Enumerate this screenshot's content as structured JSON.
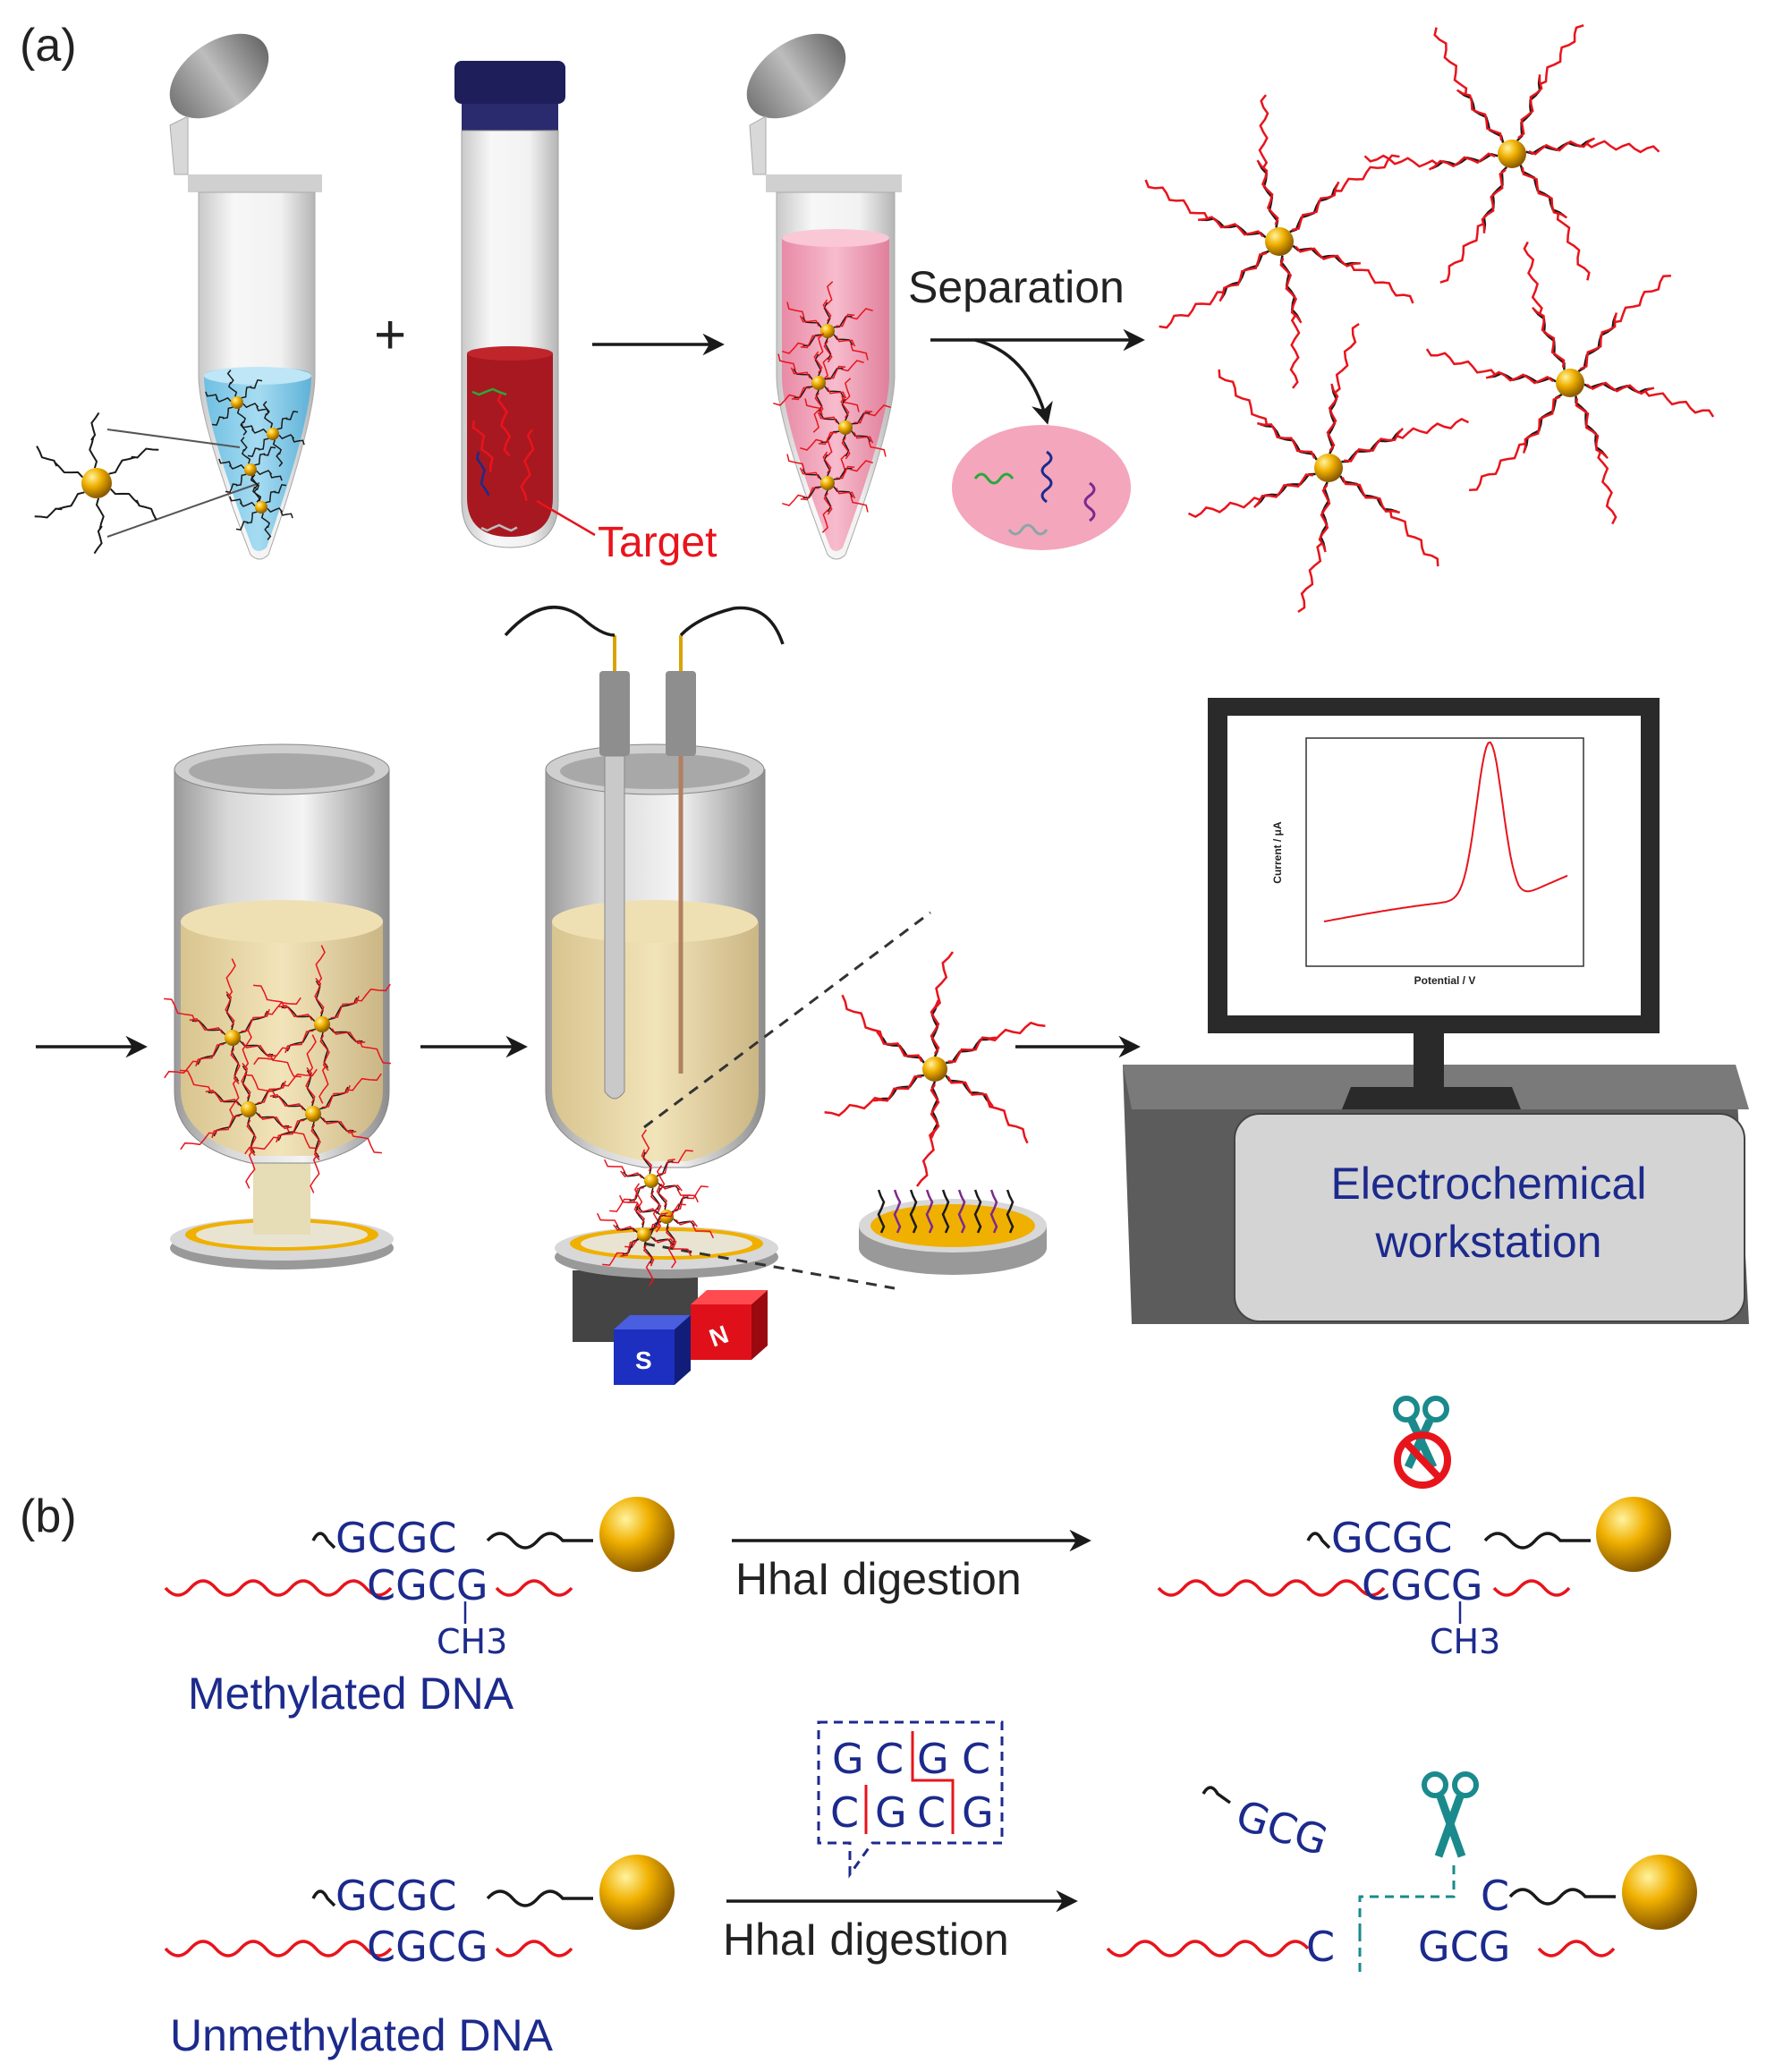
{
  "panel_a": {
    "label": "(a)",
    "plus": "+",
    "target_label": "Target",
    "separation_label": "Separation",
    "electrode_s": "S",
    "electrode_n": "N",
    "plot_ylabel": "Current / μA",
    "plot_xlabel": "Potential / V",
    "workstation_line1": "Electrochemical",
    "workstation_line2": "workstation"
  },
  "panel_b": {
    "label": "(b)",
    "methylated": {
      "probe_seq": "GCGC",
      "target_seq": "CGCG",
      "methyl": "CH3",
      "name": "Methylated DNA",
      "arrow_label": "HhaI digestion",
      "result_probe_seq": "GCGC",
      "result_target_seq": "CGCG",
      "result_methyl": "CH3"
    },
    "unmethylated": {
      "probe_seq": "GCGC",
      "target_seq": "CGCG",
      "name": "Unmethylated DNA",
      "arrow_label": "HhaI digestion",
      "site_top": [
        "G",
        "C",
        "G",
        "C"
      ],
      "site_bottom": [
        "C",
        "G",
        "C",
        "G"
      ],
      "frag_released": "GCG",
      "frag_target_end": "C",
      "frag_probe_end": "C",
      "frag_bottom": "GCG"
    }
  },
  "colors": {
    "dna_red": "#e8141c",
    "dna_black": "#1a1a1a",
    "seq_blue": "#1c2a8c",
    "gold": "#f0b000",
    "tube_blue": "#8fd0ec",
    "tube_pink": "#f4a6bd",
    "blood": "#a81820",
    "cell_liquid": "#efe0b4",
    "scissors": "#1a8a8c"
  }
}
